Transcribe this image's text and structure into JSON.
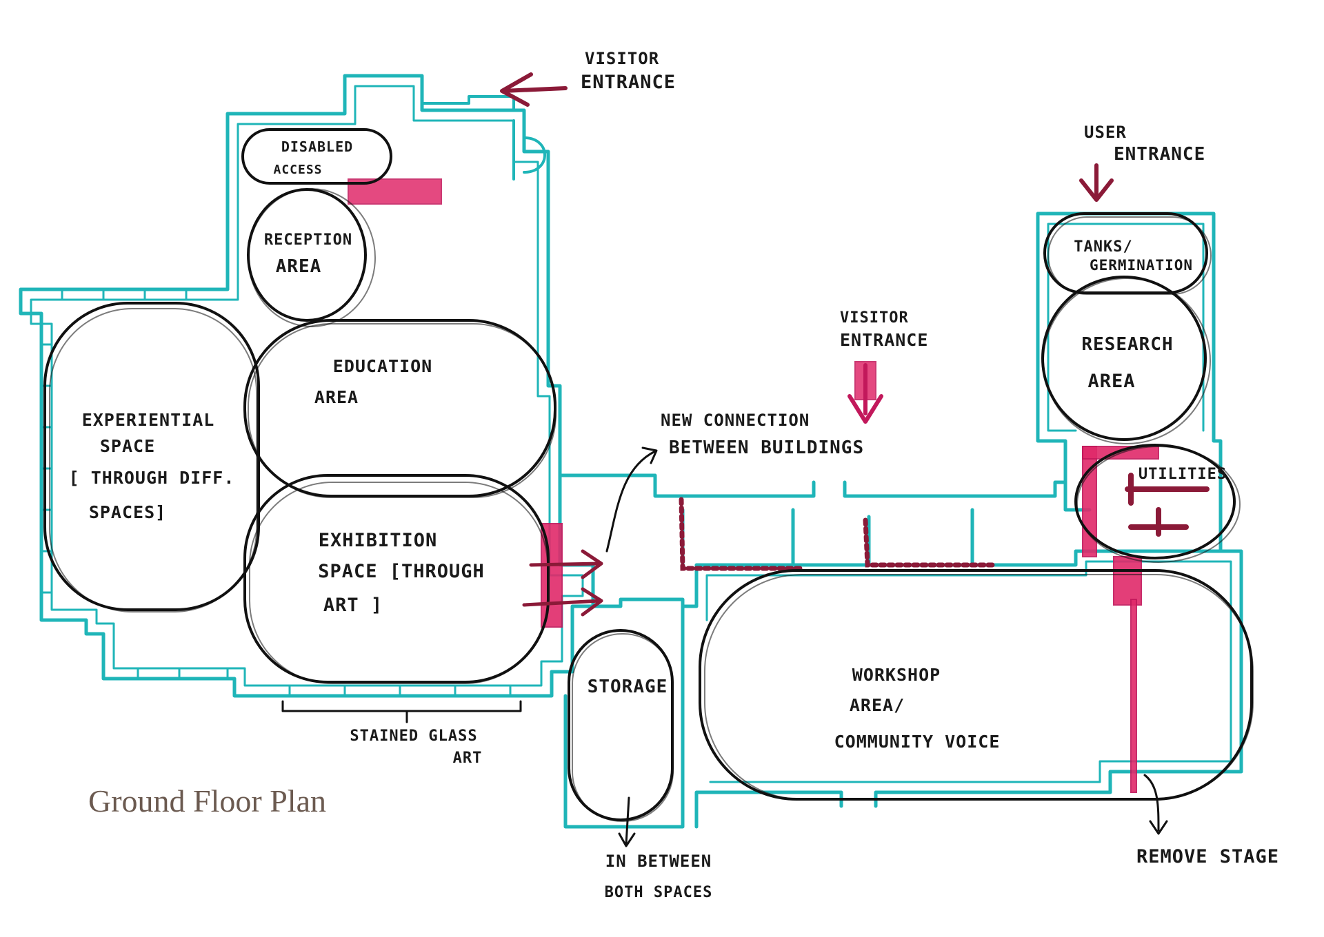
{
  "title": "Ground Floor Plan",
  "colors": {
    "walls": "#1fb5b8",
    "bubbles": "#111111",
    "accent": "#d81b5c",
    "arrows": "#8b1a38",
    "title": "#6b5a50"
  },
  "rooms": {
    "disabled_access": [
      "DISABLED",
      "ACCESS"
    ],
    "reception": [
      "RECEPTION",
      "AREA"
    ],
    "experiential": [
      "EXPERIENTIAL",
      "SPACE",
      "[ THROUGH DIFF.",
      "SPACES]"
    ],
    "education": [
      "EDUCATION",
      "AREA"
    ],
    "exhibition": [
      "EXHIBITION",
      "SPACE [THROUGH",
      "ART ]"
    ],
    "storage": [
      "STORAGE"
    ],
    "workshop": [
      "WORKSHOP",
      "AREA/",
      "COMMUNITY VOICE"
    ],
    "tanks": [
      "TANKS/",
      "GERMINATION"
    ],
    "research": [
      "RESEARCH",
      "AREA"
    ],
    "utilities": [
      "UTILITIES"
    ]
  },
  "annotations": {
    "visitor_entrance_top": [
      "VISITOR",
      "ENTRANCE"
    ],
    "user_entrance": [
      "USER",
      "ENTRANCE"
    ],
    "visitor_entrance_mid": [
      "VISITOR",
      "ENTRANCE"
    ],
    "new_connection": [
      "NEW CONNECTION",
      "BETWEEN BUILDINGS"
    ],
    "stained_glass": [
      "STAINED GLASS",
      "ART"
    ],
    "in_between": [
      "IN BETWEEN",
      "BOTH SPACES"
    ],
    "remove_stage": [
      "REMOVE STAGE"
    ]
  }
}
